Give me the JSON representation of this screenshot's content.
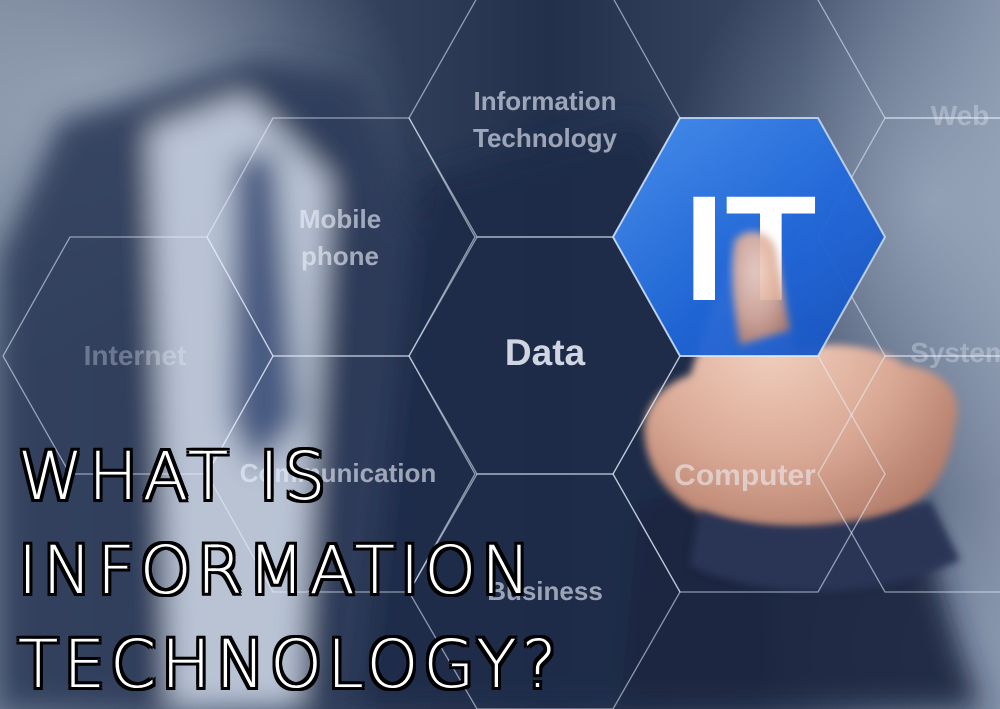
{
  "photo": {
    "subject": "businessman-pressing-virtual-hexagon",
    "accent_color": "#1f68d8",
    "hexagons": {
      "it": "IT",
      "information_technology": [
        "Information",
        "Technology"
      ],
      "mobile_phone": [
        "Mobile",
        "phone"
      ],
      "data": "Data",
      "internet": "Internet",
      "communication": "Communication",
      "computer": "Computer",
      "business": "Business",
      "web": "Web",
      "system": "System"
    }
  },
  "headline": {
    "line1": "WHAT IS",
    "line2": "INFORMATION",
    "line3": "TECHNOLOGY?"
  }
}
